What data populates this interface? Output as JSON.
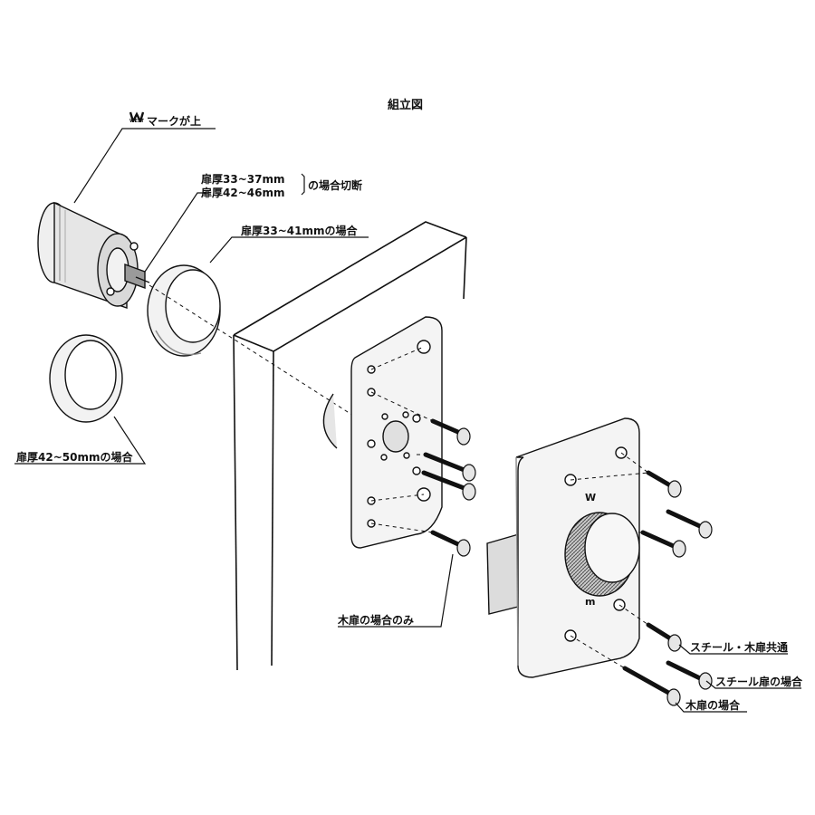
{
  "title": "組立図",
  "labels": {
    "mark_up": "マークが上",
    "mark_logo": "WEST",
    "thickness_33_37": "扉厚33~37mm",
    "thickness_42_46": "扉厚42~46mm",
    "cut_when": "の場合切断",
    "thickness_33_41": "扉厚33~41mmの場合",
    "thickness_42_50": "扉厚42~50mmの場合",
    "wooden_only": "木扉の場合のみ",
    "steel_wood_common": "スチール・木扉共通",
    "steel_door": "スチール扉の場合",
    "wooden_door": "木扉の場合"
  },
  "colors": {
    "line": "#111111",
    "fill_light": "#f2f2f2",
    "fill_mid": "#d9d9d9",
    "fill_dark": "#9a9a9a"
  }
}
